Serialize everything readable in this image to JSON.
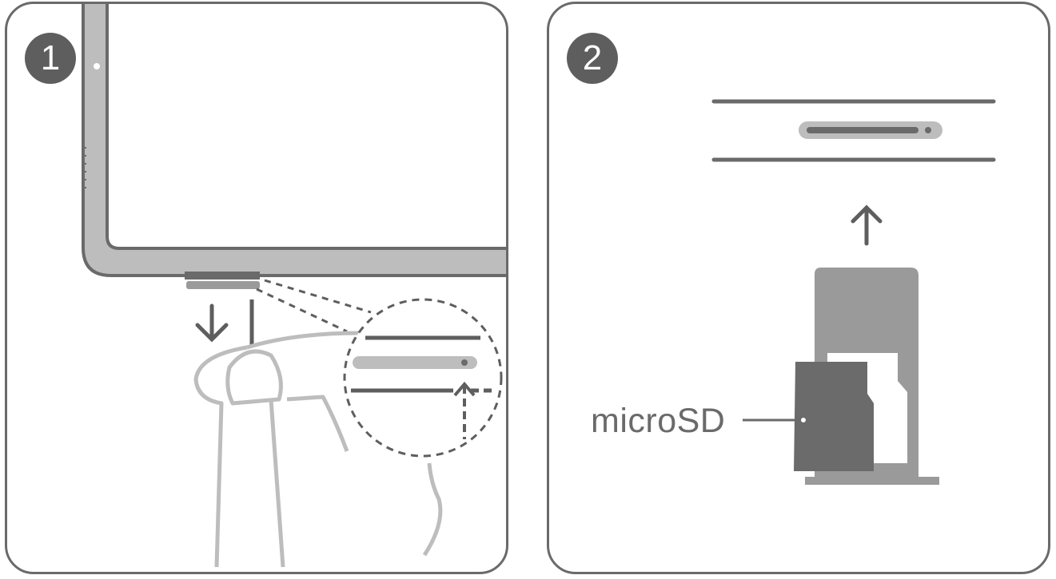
{
  "steps": [
    {
      "number": "1"
    },
    {
      "number": "2"
    }
  ],
  "labels": {
    "card": "microSD"
  },
  "colors": {
    "outline": "#6a6a6a",
    "dark": "#5e5e5e",
    "light": "#bdbdbd",
    "tray": "#9a9a9a",
    "card": "#6b6b6b"
  }
}
